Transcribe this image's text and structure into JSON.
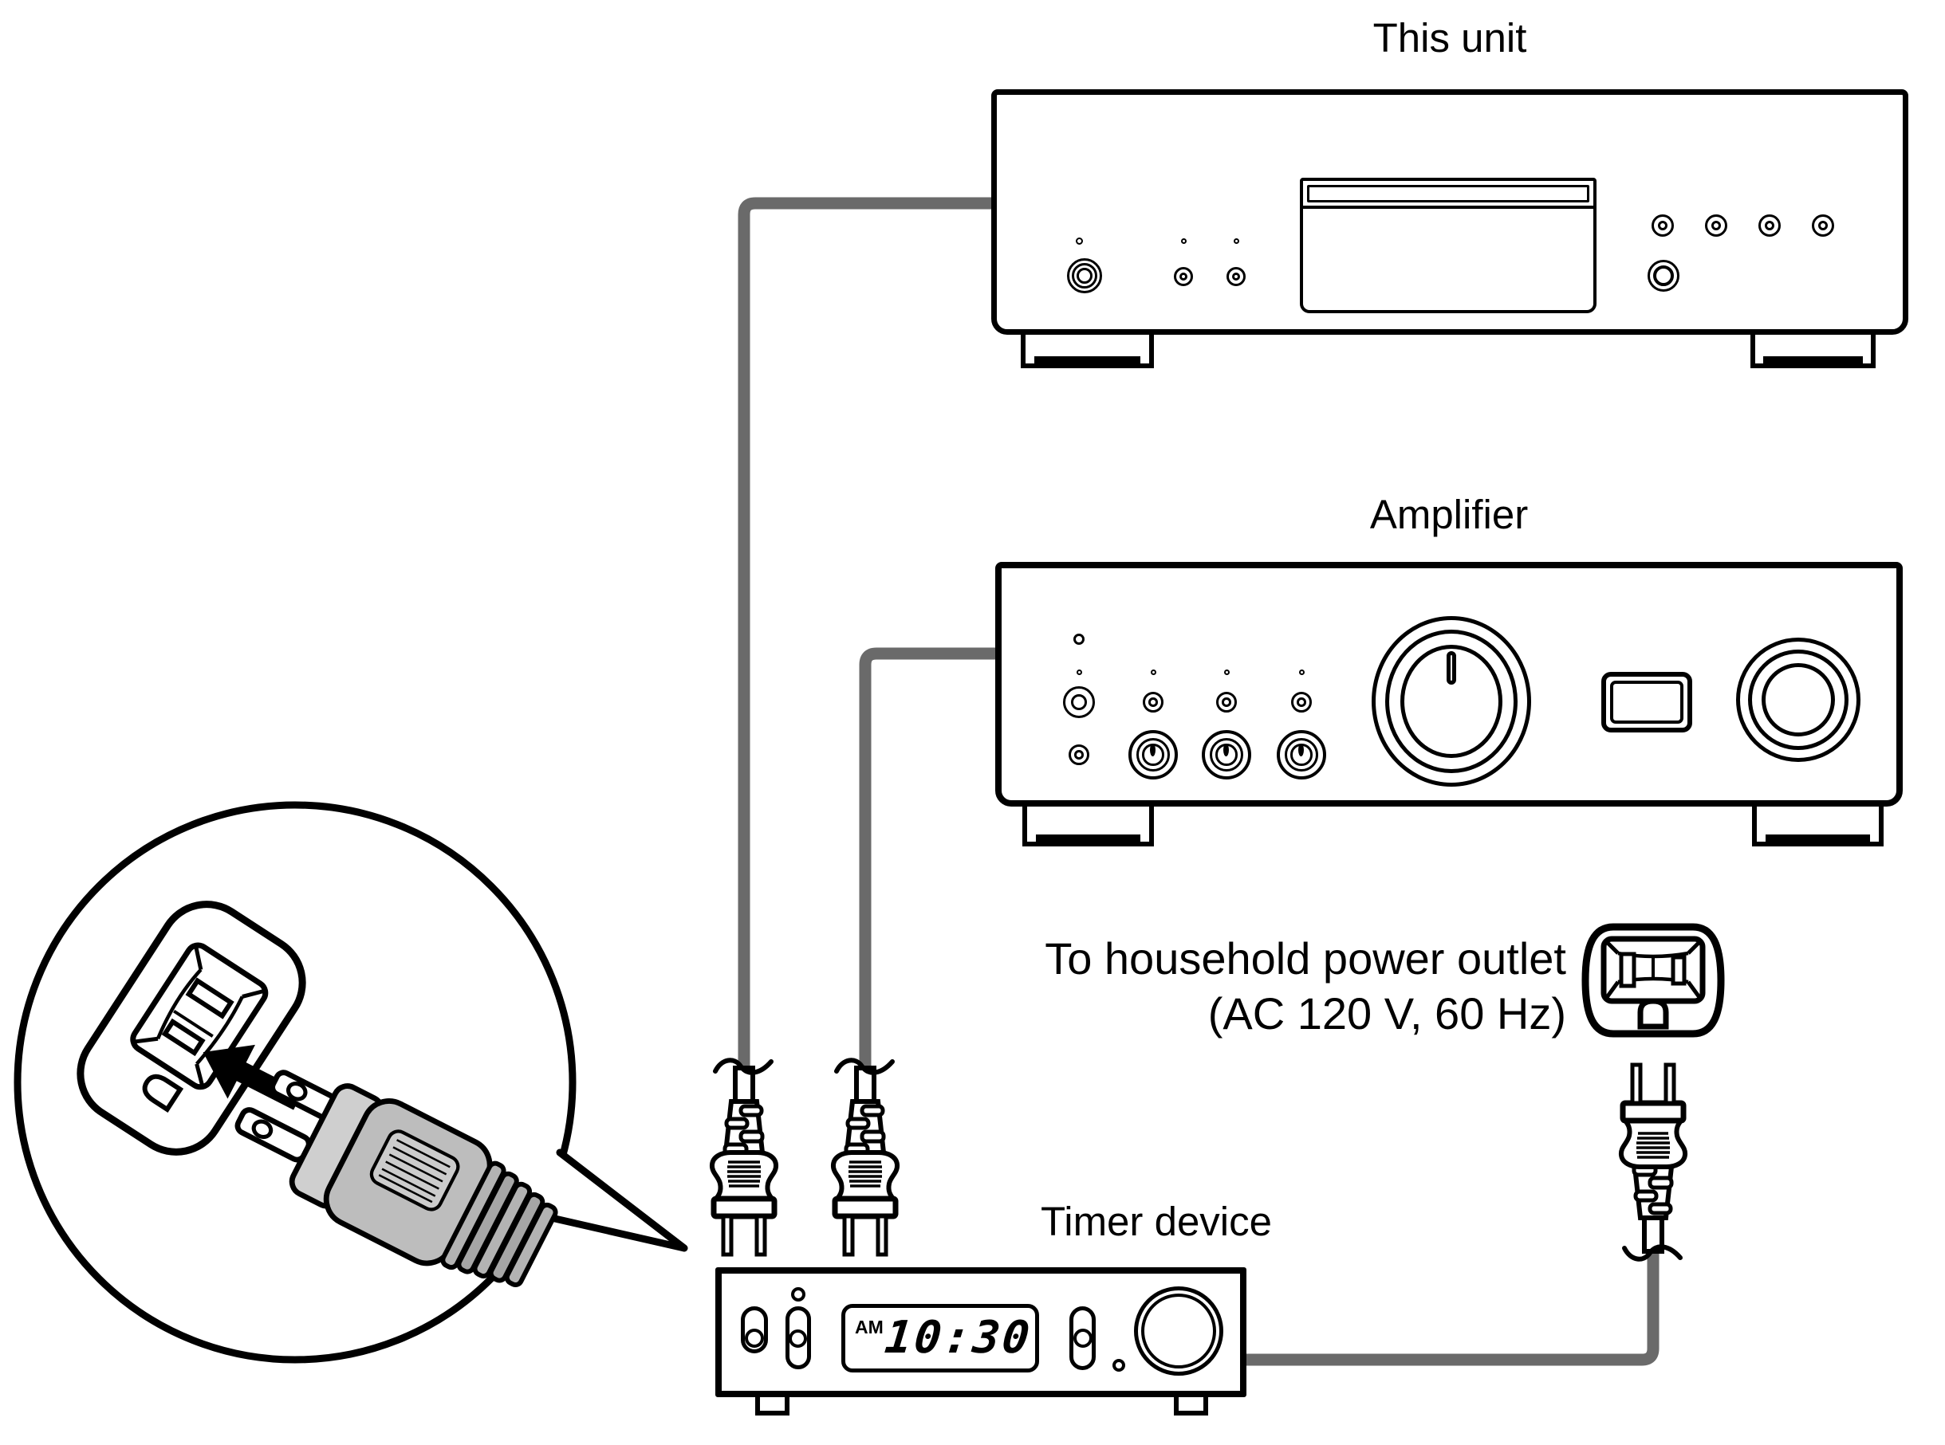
{
  "diagram": {
    "title_labels": {
      "this_unit": "This unit",
      "amplifier": "Amplifier",
      "timer_device": "Timer device"
    },
    "outlet_note": {
      "line1": "To household power outlet",
      "line2": "(AC 120 V, 60 Hz)"
    },
    "timer_display": {
      "meridiem": "AM",
      "time": "10:30"
    },
    "colors": {
      "ink": "#000000",
      "cable": "#6a6a6a",
      "plug_body": "#bdbdbd",
      "background": "#ffffff"
    }
  }
}
